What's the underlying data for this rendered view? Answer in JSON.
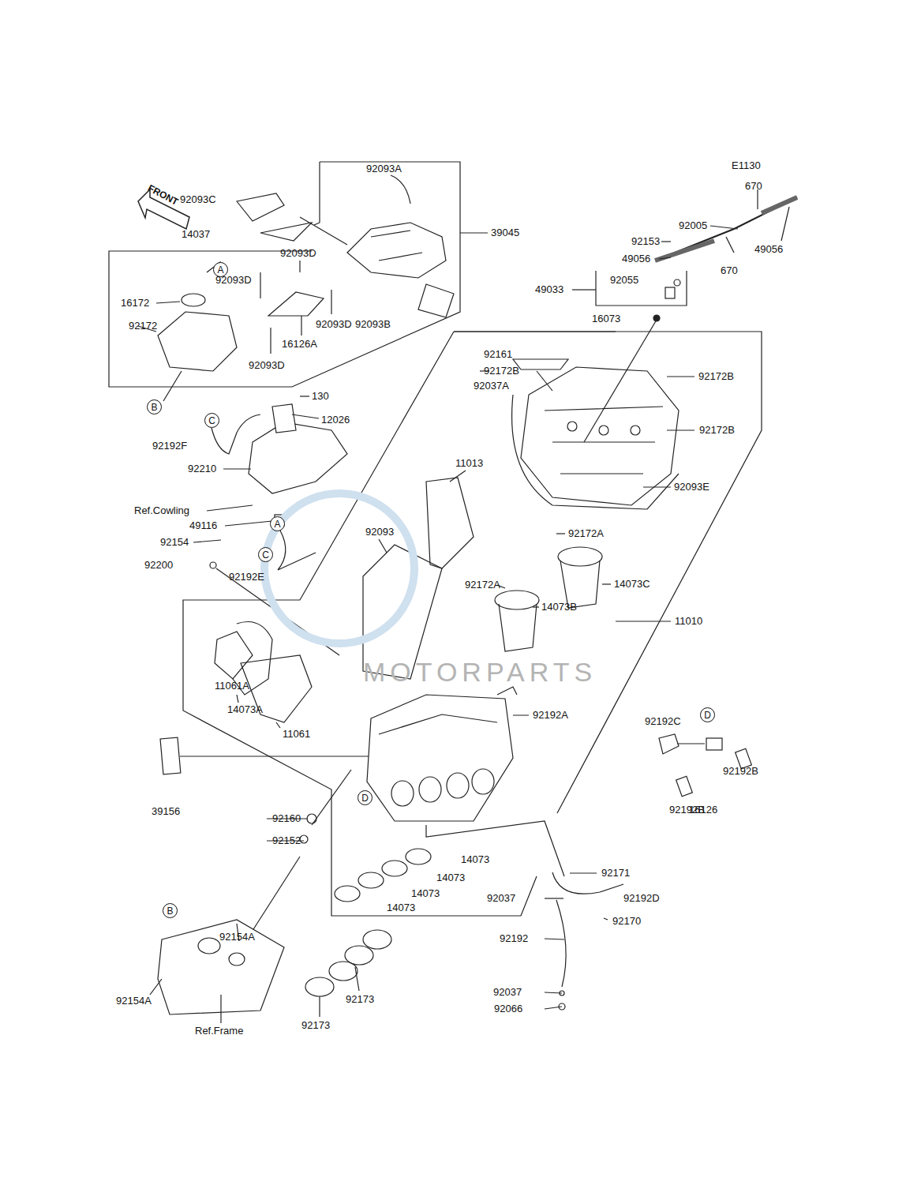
{
  "diagram": {
    "nodes": [
      {
        "text": [
          "A"
        ]
      },
      {
        "text": [
          "A"
        ]
      },
      {
        "text": [
          "B"
        ]
      },
      {
        "text": [
          "B"
        ]
      },
      {
        "text": [
          "C"
        ]
      },
      {
        "text": [
          "C"
        ]
      },
      {
        "text": [
          "D"
        ]
      },
      {
        "text": [
          "D"
        ]
      }
    ],
    "labels": [
      "E1130",
      "670",
      "670",
      "92005",
      "92153",
      "49056",
      "49056",
      "49033",
      "92055",
      "16073",
      "92093A",
      "92093C",
      "14037",
      "39045",
      "92093D",
      "92093D",
      "92093D",
      "92093D",
      "92093B",
      "16126A",
      "16172",
      "92172",
      "130",
      "12026",
      "92192F",
      "92210",
      "Ref.Cowling",
      "49116",
      "92154",
      "92200",
      "92192E",
      "92161",
      "92172B",
      "92037A",
      "92172B",
      "92172B",
      "92093E",
      "11013",
      "92093",
      "92172A",
      "92172A",
      "14073C",
      "14073B",
      "11010",
      "11061A",
      "14073A",
      "11061",
      "92192A",
      "92192C",
      "92192B",
      "92192B",
      "16126",
      "39156",
      "92160",
      "92152",
      "14073",
      "14073",
      "14073",
      "14073",
      "92171",
      "92037",
      "92192D",
      "92170",
      "92154A",
      "92192",
      "92154A",
      "92173",
      "92173",
      "92037",
      "92066",
      "Ref.Frame",
      "FRONT",
      "MOTORPARTS"
    ]
  }
}
